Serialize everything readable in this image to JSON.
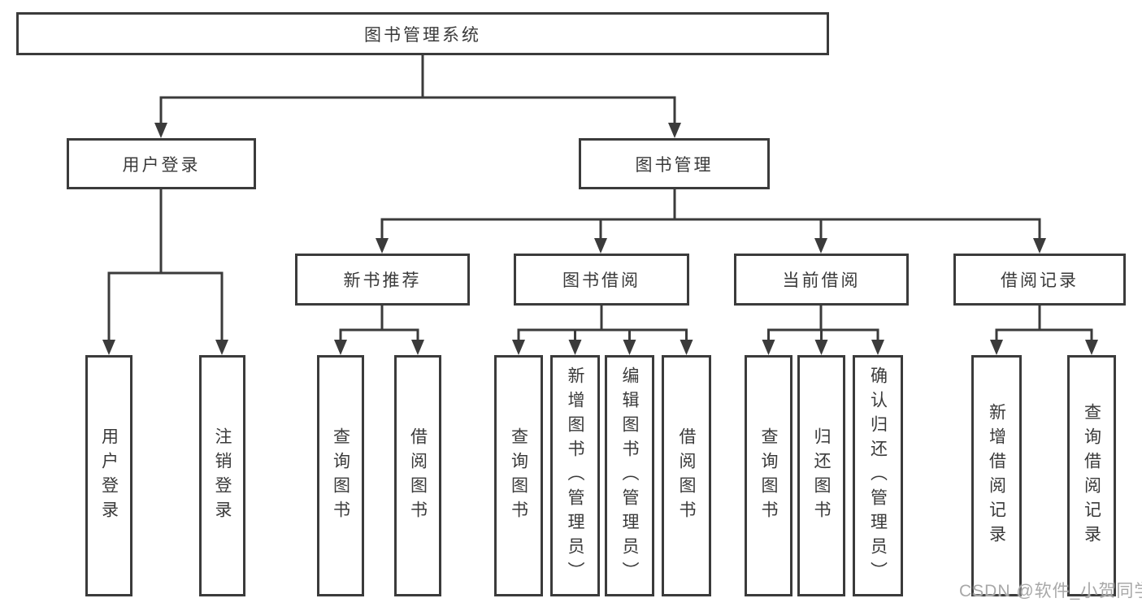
{
  "tree": {
    "label": "图书管理系统",
    "children": [
      {
        "label": "用户登录",
        "children": [
          {
            "label": "用户登录"
          },
          {
            "label": "注销登录"
          }
        ]
      },
      {
        "label": "图书管理",
        "children": [
          {
            "label": "新书推荐",
            "children": [
              {
                "label": "查询图书"
              },
              {
                "label": "借阅图书"
              }
            ]
          },
          {
            "label": "图书借阅",
            "children": [
              {
                "label": "查询图书"
              },
              {
                "label": "新增图书（管理员）"
              },
              {
                "label": "编辑图书（管理员）"
              },
              {
                "label": "借阅图书"
              }
            ]
          },
          {
            "label": "当前借阅",
            "children": [
              {
                "label": "查询图书"
              },
              {
                "label": "归还图书"
              },
              {
                "label": "确认归还（管理员）"
              }
            ]
          },
          {
            "label": "借阅记录",
            "children": [
              {
                "label": "新增借阅记录"
              },
              {
                "label": "查询借阅记录"
              }
            ]
          }
        ]
      }
    ]
  },
  "watermark": {
    "text": "CSDN @软件_小贺同学",
    "color": "#a8a8a8"
  },
  "colors": {
    "line": "#3b3b3b",
    "box_border": "#3b3b3b",
    "text": "#3a3a3a",
    "background": "#ffffff"
  }
}
